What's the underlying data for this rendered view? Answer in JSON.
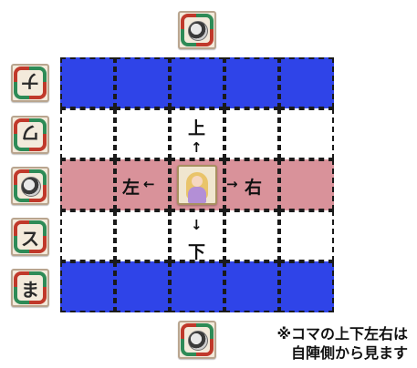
{
  "board": {
    "rows": [
      [
        "blue",
        "blue",
        "blue",
        "blue",
        "blue"
      ],
      [
        "white",
        "white",
        "white",
        "white",
        "white"
      ],
      [
        "pink",
        "pink",
        "pink",
        "pink",
        "pink"
      ],
      [
        "white",
        "white",
        "white",
        "white",
        "white"
      ],
      [
        "blue",
        "blue",
        "blue",
        "blue",
        "blue"
      ]
    ],
    "colors": {
      "blue": "#2f44e8",
      "pink": "#d9929a",
      "white": "#ffffff"
    }
  },
  "side_tiles": {
    "left": [
      {
        "symbol": "ナ",
        "kind": "glyph-rot"
      },
      {
        "symbol": "ワ",
        "kind": "glyph-rot"
      },
      {
        "symbol": "",
        "kind": "emblem"
      },
      {
        "symbol": "ス",
        "kind": "glyph"
      },
      {
        "symbol": "ま",
        "kind": "glyph"
      }
    ],
    "top": {
      "symbol": "",
      "kind": "emblem"
    },
    "bottom": {
      "symbol": "",
      "kind": "emblem"
    }
  },
  "directions": {
    "up": "上",
    "up_arrow": "↑",
    "down": "下",
    "down_arrow": "↓",
    "left": "左",
    "left_arrow": "←",
    "right": "右",
    "right_arrow": "→"
  },
  "note": {
    "line1": "※コマの上下左右は",
    "line2": "自陣側から見ます"
  }
}
